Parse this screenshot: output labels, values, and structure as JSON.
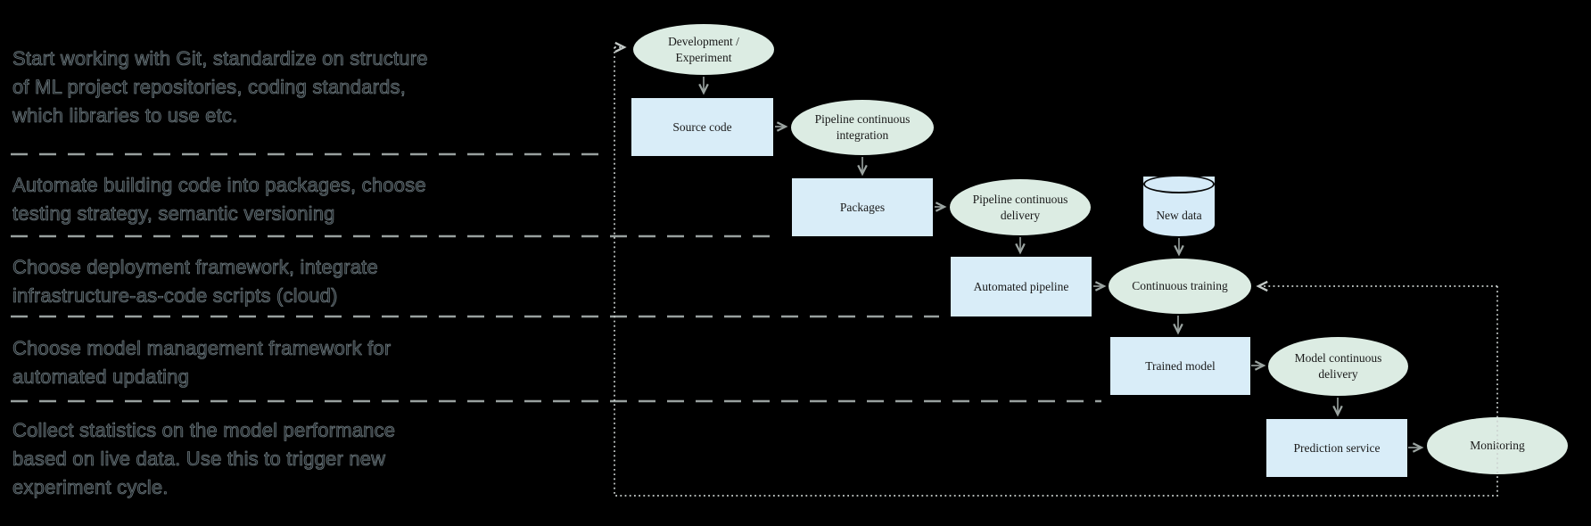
{
  "diagram": {
    "kind": "mlops-maturity-flow",
    "notes": [
      "Start working with Git, standardize on structure\nof ML project repositories, coding standards,\nwhich libraries to use etc.",
      "Automate building code into packages, choose\ntesting strategy, semantic versioning",
      "Choose deployment framework, integrate\ninfrastructure-as-code scripts (cloud)",
      "Choose model management framework for\nautomated updating",
      "Collect statistics on the model performance\nbased on live data. Use this to trigger new\nexperiment cycle."
    ],
    "nodes": [
      {
        "id": "development-experiment",
        "label": "Development / Experiment",
        "shape": "ellipse"
      },
      {
        "id": "source-code",
        "label": "Source code",
        "shape": "rectangle"
      },
      {
        "id": "pipeline-continuous-integration",
        "label": "Pipeline continuous integration",
        "shape": "ellipse"
      },
      {
        "id": "packages",
        "label": "Packages",
        "shape": "rectangle"
      },
      {
        "id": "pipeline-continuous-delivery",
        "label": "Pipeline continuous delivery",
        "shape": "ellipse"
      },
      {
        "id": "new-data",
        "label": "New data",
        "shape": "cylinder"
      },
      {
        "id": "automated-pipeline",
        "label": "Automated pipeline",
        "shape": "rectangle"
      },
      {
        "id": "continuous-training",
        "label": "Continuous training",
        "shape": "ellipse"
      },
      {
        "id": "trained-model",
        "label": "Trained model",
        "shape": "rectangle"
      },
      {
        "id": "model-continuous-delivery",
        "label": "Model continuous delivery",
        "shape": "ellipse"
      },
      {
        "id": "prediction-service",
        "label": "Prediction service",
        "shape": "rectangle"
      },
      {
        "id": "monitoring",
        "label": "Monitoring",
        "shape": "ellipse"
      }
    ],
    "colors": {
      "background": "#000000",
      "ellipse_fill": "#dcece3",
      "rectangle_fill": "#d9edf8",
      "cylinder_fill": "#d6ebf8",
      "node_text": "#1a1a1a",
      "note_text": "#20282c",
      "solid_connector": "#9aa3a0",
      "dashed_separator": "#98a09e",
      "dotted_feedback": "#ccd2d0"
    }
  }
}
